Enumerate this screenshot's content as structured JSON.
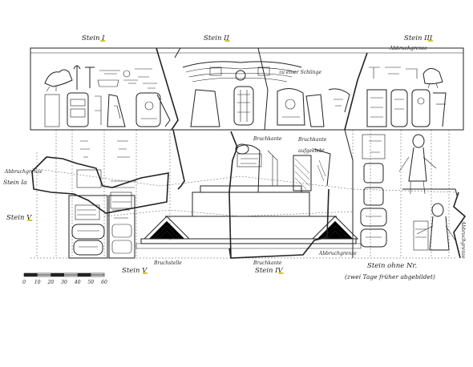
{
  "labels": {
    "stein1": "Stein I",
    "stein2": "Stein II",
    "stein3": "Stein III",
    "stein4": "Stein IV",
    "stein5_bottom": "Stein V",
    "stein5_left": "Stein V",
    "stein1a": "Stein Ia",
    "stein_ohne": "Stein ohne Nr.",
    "stein_ohne_sub": "(zwei Tage früher abgebildet)",
    "bruchstelle": "Bruchstelle",
    "bruchkante_top": "Bruchkante",
    "bruchkante_bottom": "Bruchkante",
    "abbruch_left": "Abbruchgrenze",
    "abbruch_right": "Abbruchgrenze",
    "abbruch_bottom_right": "Abbruchgrenze",
    "abbruch_far_right": "Abbruchgrenze",
    "zu_einer": "zu einer Schlinge",
    "aufgeklebt_top": "Bruchkante",
    "aufgeklebt_mid": "aufgeklebt"
  },
  "scale": {
    "ticks": [
      "0",
      "10",
      "20",
      "30",
      "40",
      "50",
      "60"
    ]
  },
  "colors": {
    "ink": "#222222",
    "highlight": "#d9c81a"
  }
}
